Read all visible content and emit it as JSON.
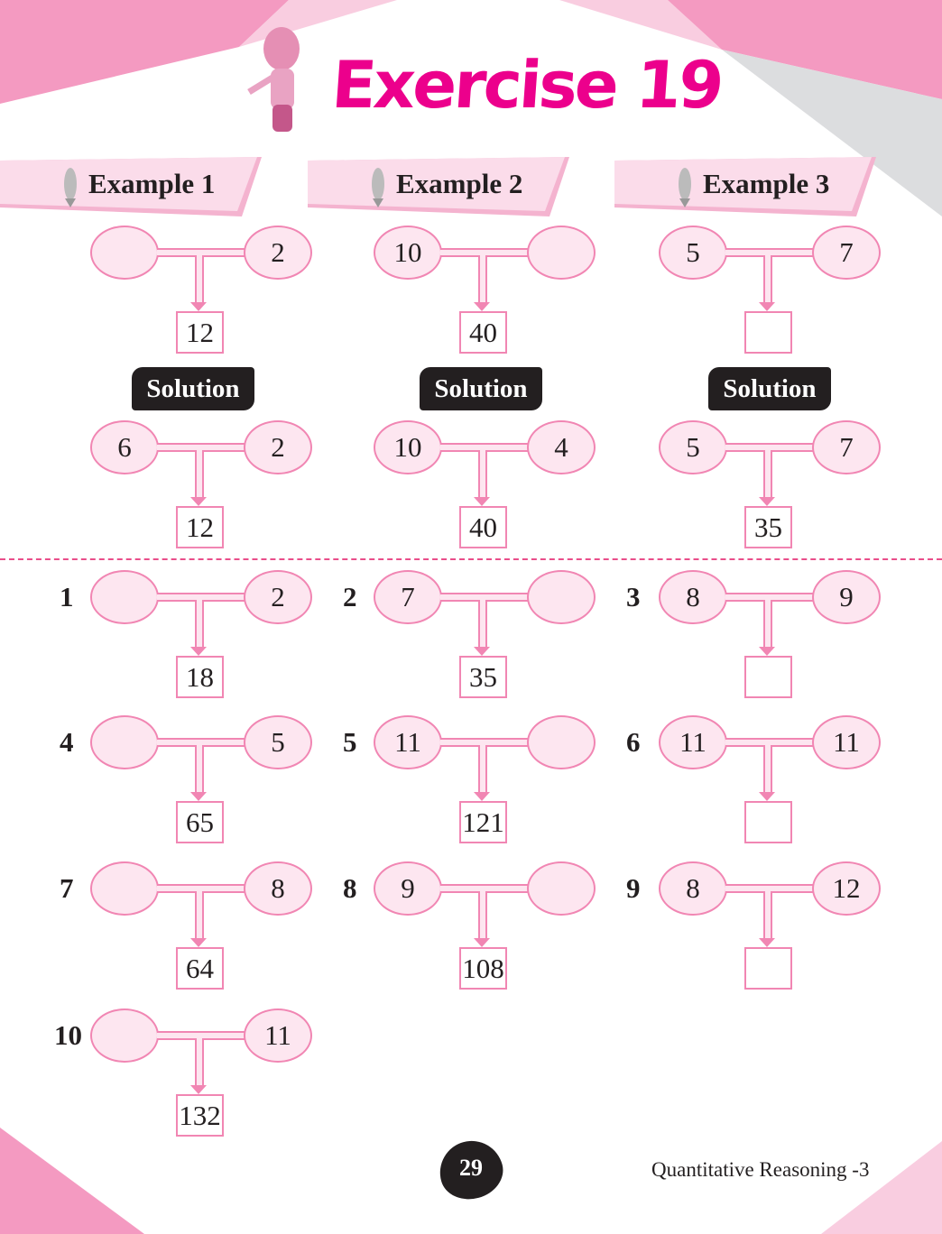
{
  "title": "Exercise 19",
  "examples": [
    {
      "label": "Example 1",
      "problem": {
        "left": "",
        "right": "2",
        "result": "12"
      },
      "solution": {
        "left": "6",
        "right": "2",
        "result": "12"
      }
    },
    {
      "label": "Example 2",
      "problem": {
        "left": "10",
        "right": "",
        "result": "40"
      },
      "solution": {
        "left": "10",
        "right": "4",
        "result": "40"
      }
    },
    {
      "label": "Example 3",
      "problem": {
        "left": "5",
        "right": "7",
        "result": ""
      },
      "solution": {
        "left": "5",
        "right": "7",
        "result": "35"
      }
    }
  ],
  "solution_label": "Solution",
  "questions": [
    {
      "num": "1",
      "left": "",
      "right": "2",
      "result": "18"
    },
    {
      "num": "2",
      "left": "7",
      "right": "",
      "result": "35"
    },
    {
      "num": "3",
      "left": "8",
      "right": "9",
      "result": ""
    },
    {
      "num": "4",
      "left": "",
      "right": "5",
      "result": "65"
    },
    {
      "num": "5",
      "left": "11",
      "right": "",
      "result": "121"
    },
    {
      "num": "6",
      "left": "11",
      "right": "11",
      "result": ""
    },
    {
      "num": "7",
      "left": "",
      "right": "8",
      "result": "64"
    },
    {
      "num": "8",
      "left": "9",
      "right": "",
      "result": "108"
    },
    {
      "num": "9",
      "left": "8",
      "right": "12",
      "result": ""
    },
    {
      "num": "10",
      "left": "",
      "right": "11",
      "result": "132"
    }
  ],
  "footer": {
    "page_number": "29",
    "book_title": "Quantitative Reasoning -3"
  },
  "colors": {
    "accent": "#ec008c",
    "pink": "#f186b3",
    "light_pink": "#fde6f0"
  }
}
